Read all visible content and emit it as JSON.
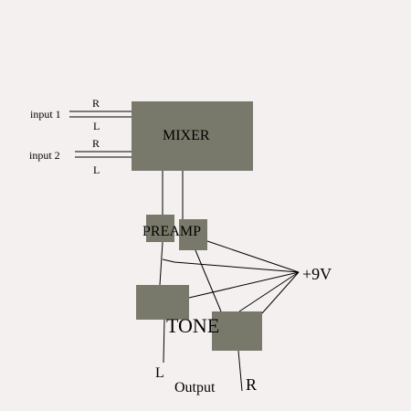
{
  "colors": {
    "background": "#f5f0f0",
    "block": "#79796b",
    "wire": "#000000"
  },
  "inputs": [
    {
      "label": "input 1",
      "right_label": "R",
      "left_label": "L"
    },
    {
      "label": "input 2",
      "right_label": "R",
      "left_label": "L"
    }
  ],
  "blocks": {
    "mixer": "MIXER",
    "preamp": "PREAMP",
    "tone": "TONE"
  },
  "power": {
    "label": "+9V"
  },
  "output": {
    "label": "Output",
    "left_label": "L",
    "right_label": "R"
  }
}
